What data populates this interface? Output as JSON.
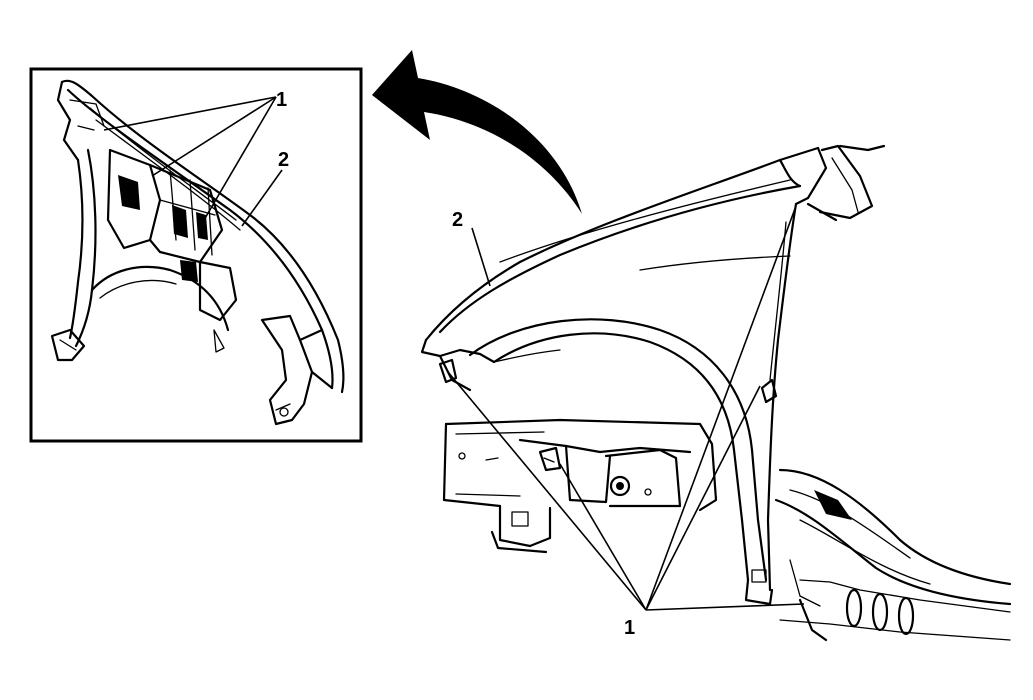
{
  "callouts": {
    "inset_one": "1",
    "inset_two": "2",
    "main_one": "1",
    "main_two": "2"
  }
}
